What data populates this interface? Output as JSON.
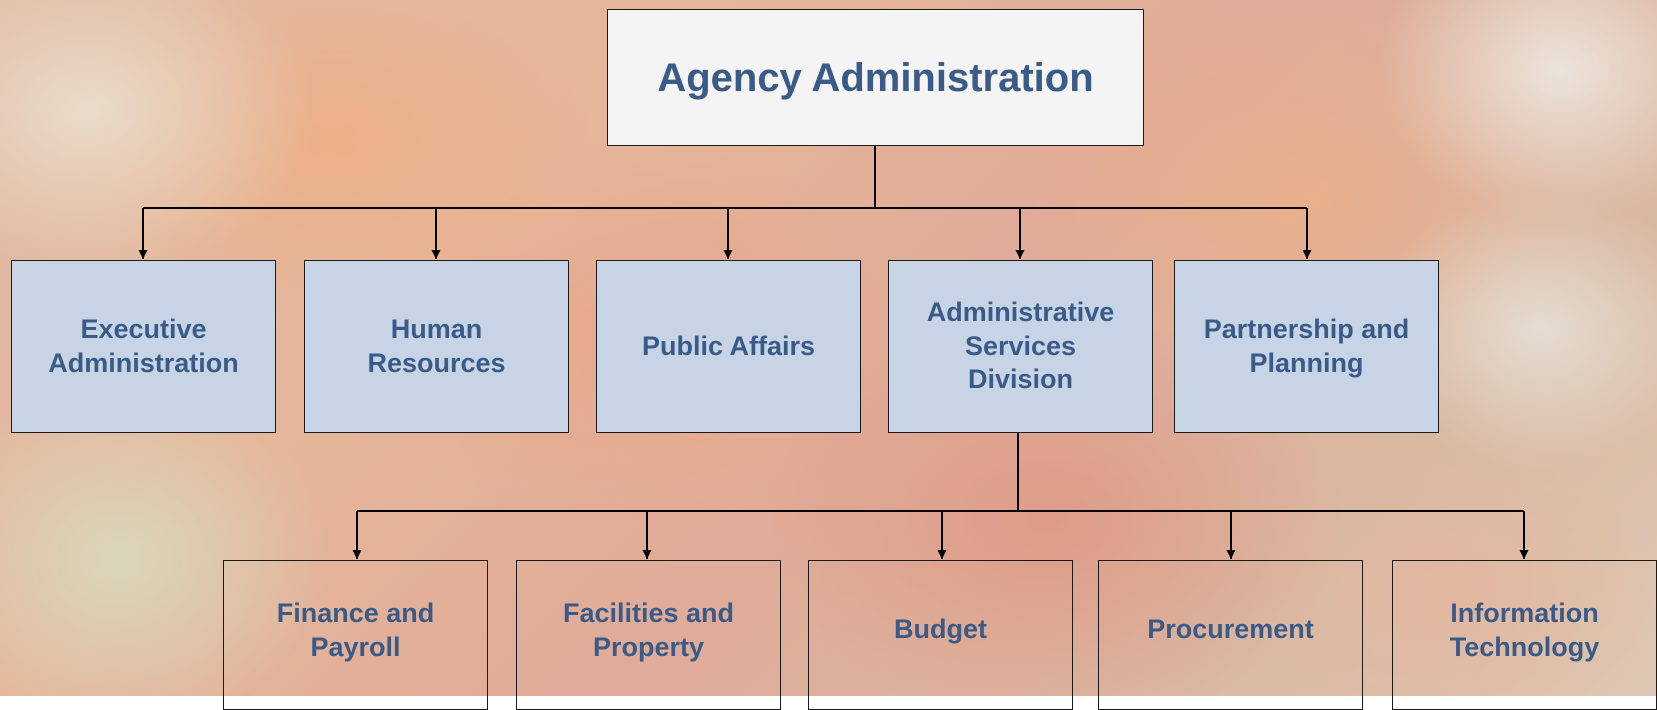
{
  "org_chart": {
    "root": {
      "label": "Agency Administration"
    },
    "divisions": [
      {
        "label": "Executive\nAdministration"
      },
      {
        "label": "Human\nResources"
      },
      {
        "label": "Public Affairs"
      },
      {
        "label": "Administrative\nServices\nDivision"
      },
      {
        "label": "Partnership and\nPlanning"
      }
    ],
    "sub_units": [
      {
        "label": "Finance and\nPayroll"
      },
      {
        "label": "Facilities and\nProperty"
      },
      {
        "label": "Budget"
      },
      {
        "label": "Procurement"
      },
      {
        "label": "Information\nTechnology"
      }
    ]
  },
  "colors": {
    "root_fill": "#f4f4f4",
    "division_fill": "#c6d4e5",
    "text": "#3a5b87",
    "line": "#000000"
  }
}
